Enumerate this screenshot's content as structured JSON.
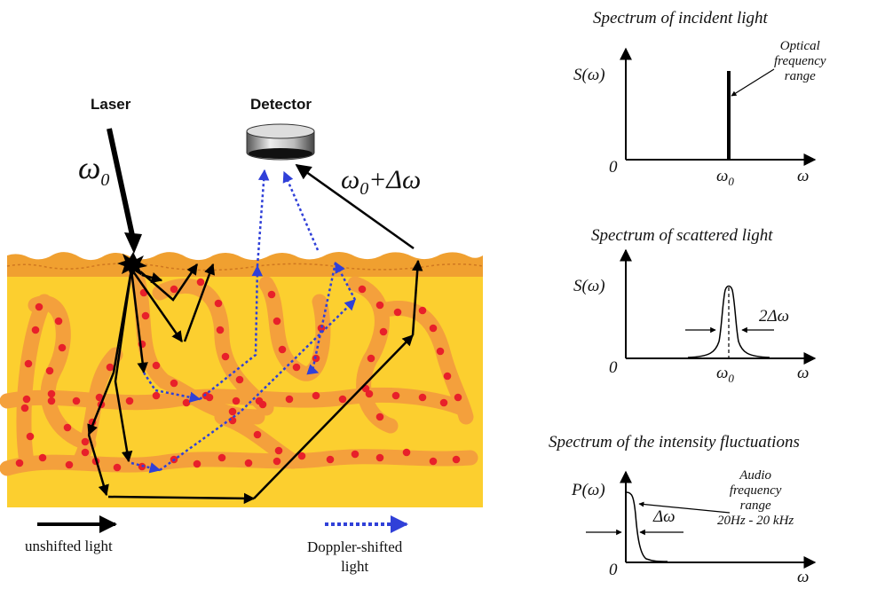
{
  "left_diagram": {
    "laser_label": "Laser",
    "detector_label": "Detector",
    "incident_omega": "ω",
    "incident_sub": "0",
    "shifted_omega": "ω",
    "shifted_sub": "0",
    "shifted_suffix": "+Δω",
    "legend_unshifted": "unshifted light",
    "legend_doppler_line1": "Doppler-shifted",
    "legend_doppler_line2": "light",
    "colors": {
      "tissue": "#fccf2f",
      "surface": "#f0a030",
      "vessel": "#f4a03c",
      "blood_cell": "#e8202a",
      "unshifted_arrow": "#000000",
      "doppler_arrow": "#3040d8"
    }
  },
  "panels": {
    "incident": {
      "title": "Spectrum of incident light",
      "ylabel": "S(ω)",
      "origin": "0",
      "xlabel": "ω",
      "tick_omega": "ω",
      "tick_sub": "0",
      "note_line1": "Optical",
      "note_line2": "frequency",
      "note_line3": "range"
    },
    "scattered": {
      "title": "Spectrum of scattered light",
      "ylabel": "S(ω)",
      "origin": "0",
      "xlabel": "ω",
      "tick_omega": "ω",
      "tick_sub": "0",
      "width_label": "2Δω"
    },
    "fluctuations": {
      "title": "Spectrum of the intensity fluctuations",
      "ylabel": "P(ω)",
      "origin": "0",
      "xlabel": "ω",
      "width_label": "Δω",
      "note_line1": "Audio",
      "note_line2": "frequency",
      "note_line3": "range",
      "note_line4": "20Hz - 20 kHz"
    }
  }
}
